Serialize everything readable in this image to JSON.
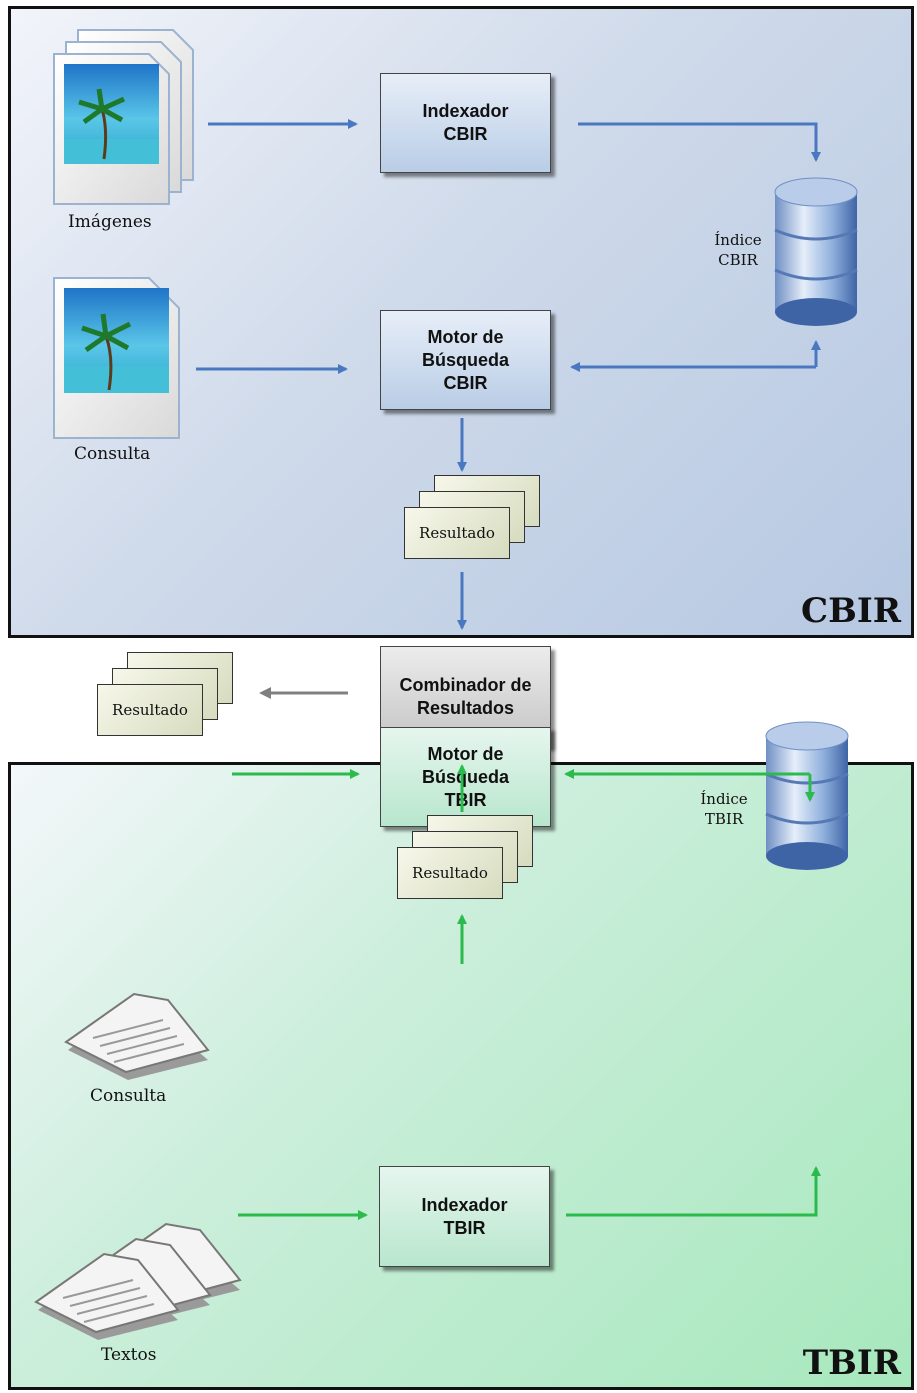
{
  "cbir": {
    "panel_label": "CBIR",
    "indexer": "Indexador\nCBIR",
    "engine": "Motor de\nBúsqueda\nCBIR",
    "index_label": "Índice\nCBIR",
    "images_caption": "Imágenes",
    "query_caption": "Consulta",
    "result": "Resultado"
  },
  "combiner": {
    "label": "Combinador de\nResultados",
    "result": "Resultado"
  },
  "tbir": {
    "panel_label": "TBIR",
    "indexer": "Indexador\nTBIR",
    "engine": "Motor de\nBúsqueda\nTBIR",
    "index_label": "Índice\nTBIR",
    "texts_caption": "Textos",
    "query_caption": "Consulta",
    "result": "Resultado"
  },
  "colors": {
    "cbir_arrow": "#4a78c0",
    "tbir_arrow": "#2bbb4c",
    "output_arrow": "#808080"
  },
  "icons": {
    "image_doc": "image-document-icon",
    "text_doc": "text-document-icon",
    "database": "database-icon",
    "result_stack": "result-stack-icon"
  }
}
